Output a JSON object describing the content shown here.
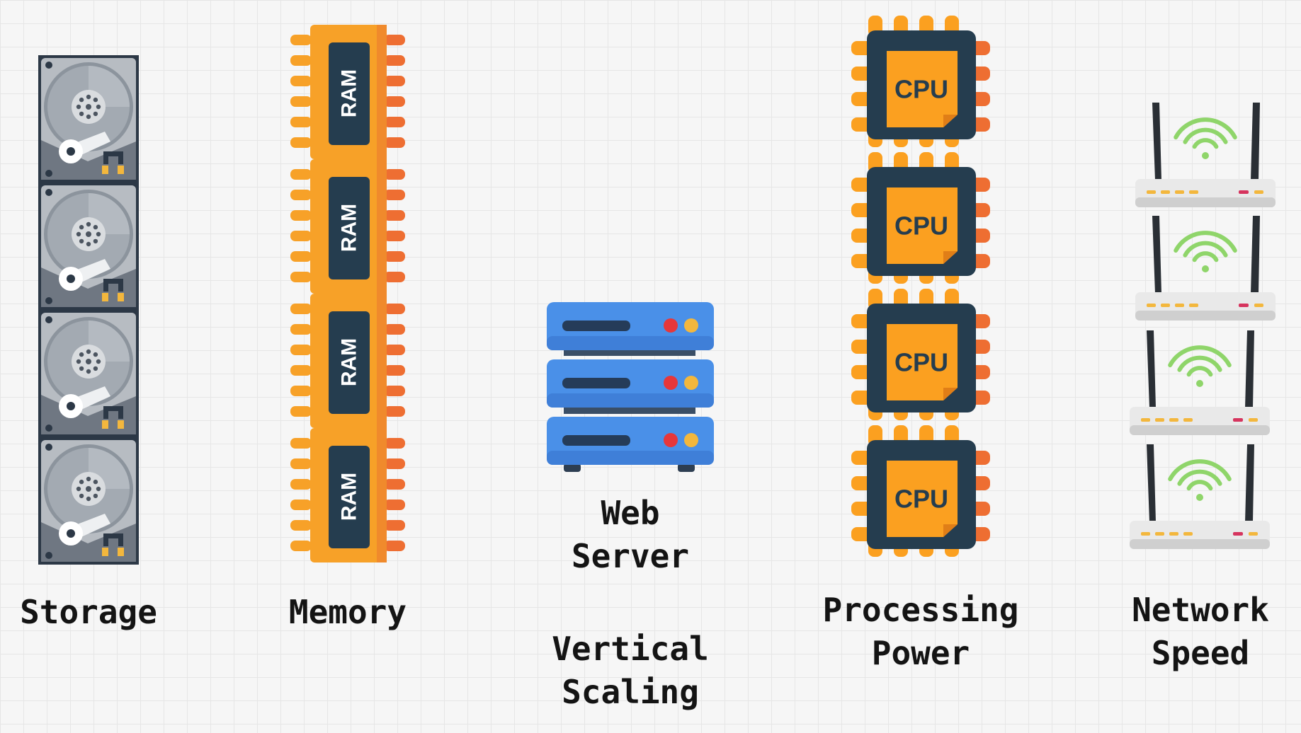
{
  "columns": {
    "storage": {
      "label": "Storage",
      "icon": "hard-drive-icon",
      "count": 4
    },
    "memory": {
      "label": "Memory",
      "icon": "ram-module-icon",
      "count": 4,
      "chip_text": "RAM"
    },
    "server": {
      "label": "Web\nServer",
      "icon": "server-rack-icon"
    },
    "processing": {
      "label": "Processing\nPower",
      "icon": "cpu-chip-icon",
      "count": 4,
      "chip_text": "CPU"
    },
    "network": {
      "label": "Network\nSpeed",
      "icon": "wifi-router-icon",
      "count": 4
    }
  },
  "center_caption": "Vertical\nScaling",
  "colors": {
    "dark_navy": "#253d4f",
    "ram_orange": "#f7a128",
    "ram_pin": "#ee6e32",
    "cpu_orange": "#fba020",
    "server_blue": "#4a90e8",
    "router_green": "#8fd56a",
    "led_red": "#e7373a",
    "led_yellow": "#f3b73d"
  }
}
